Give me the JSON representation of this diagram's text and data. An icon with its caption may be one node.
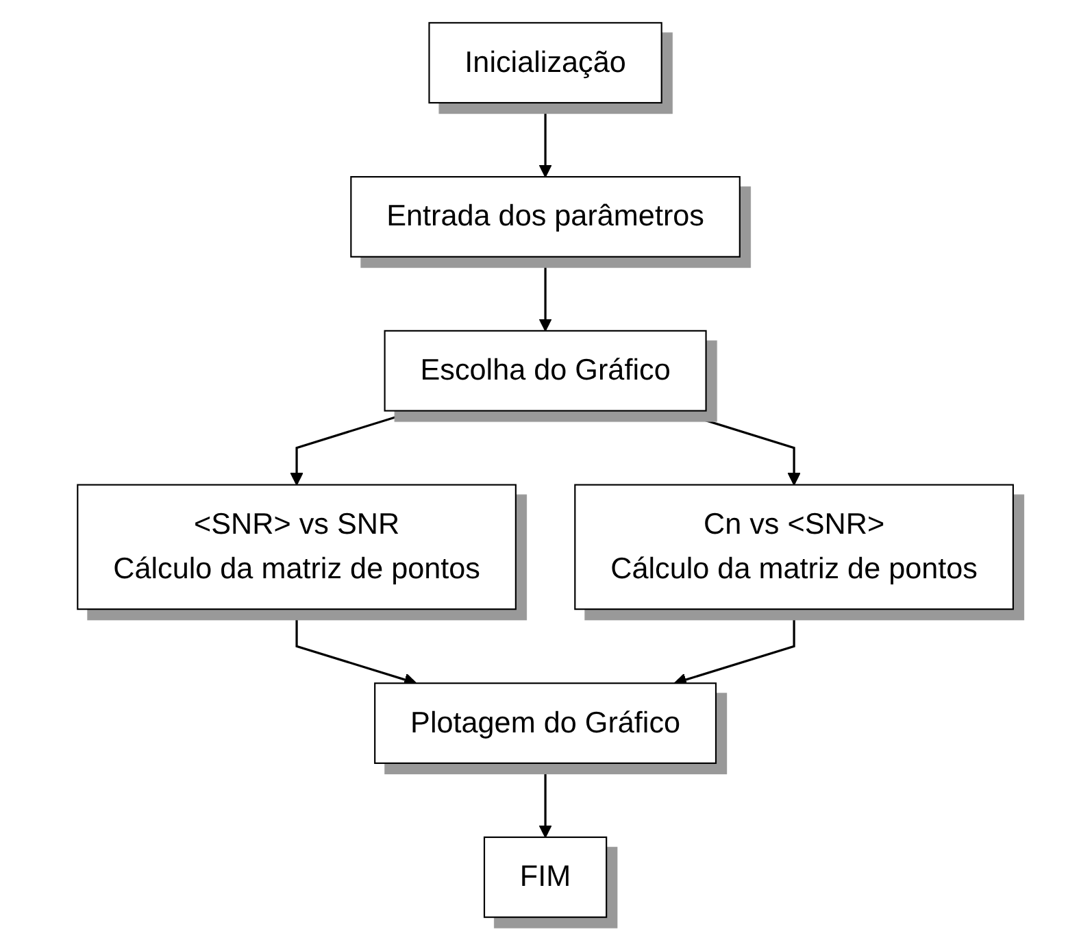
{
  "diagram": {
    "nodes": [
      {
        "text": [
          "Inicialização"
        ]
      },
      {
        "text": [
          "Entrada dos parâmetros"
        ]
      },
      {
        "text": [
          "Escolha do Gráfico"
        ]
      },
      {
        "text": [
          "<SNR> vs SNR",
          "Cálculo da matriz de pontos"
        ]
      },
      {
        "text": [
          "Cn vs <SNR>",
          "Cálculo da matriz de pontos"
        ]
      },
      {
        "text": [
          "Plotagem do Gráfico"
        ]
      },
      {
        "text": [
          "FIM"
        ]
      }
    ],
    "edges": [
      {
        "from": 0,
        "to": 1,
        "arrow": "to"
      },
      {
        "from": 1,
        "to": 2,
        "arrow": "to"
      },
      {
        "from": 2,
        "to": 3,
        "arrow": "to"
      },
      {
        "from": 2,
        "to": 4,
        "arrow": "to"
      },
      {
        "from": 3,
        "to": 5,
        "arrow": "to"
      },
      {
        "from": 4,
        "to": 5,
        "arrow": "to"
      },
      {
        "from": 5,
        "to": 6,
        "arrow": "to"
      }
    ]
  }
}
